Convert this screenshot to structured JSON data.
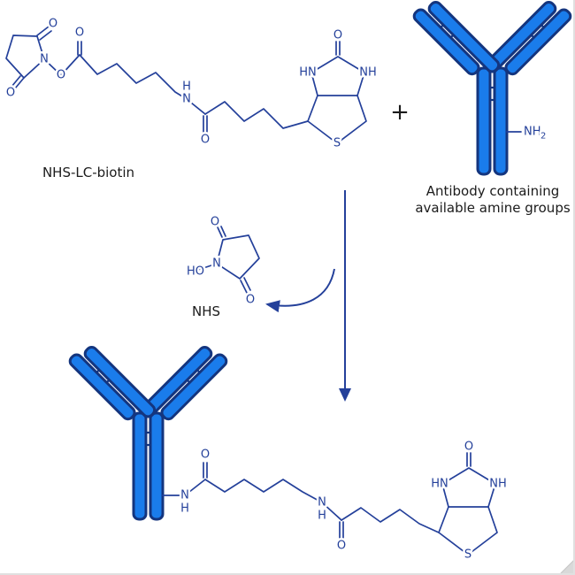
{
  "colors": {
    "background": "#ffffff",
    "structure": "#24409a",
    "caption": "#1b1b1b",
    "antibody_fill": "#1a7ceb",
    "antibody_stroke": "#14357e",
    "corner_fold": "#d9d9d9"
  },
  "labels": {
    "reactant1": "NHS-LC-biotin",
    "plus": "+",
    "reactant2_line1": "Antibody containing",
    "reactant2_line2": "available amine groups",
    "byproduct": "NHS",
    "amine_group": "NH",
    "amine_subscript": "2"
  },
  "atoms": {
    "O": "O",
    "N": "N",
    "H": "H",
    "S": "S",
    "HN": "HN",
    "NH": "NH",
    "HO": "HO"
  }
}
